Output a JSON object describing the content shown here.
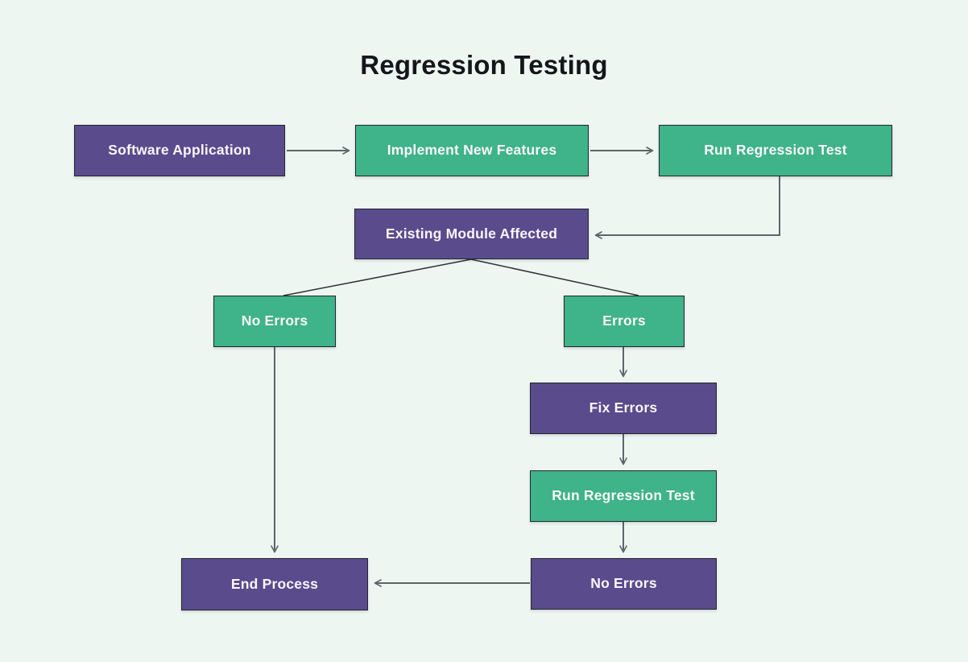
{
  "title": "Regression Testing",
  "colors": {
    "background": "#eef6f2",
    "node_purple": "#5a4b8c",
    "node_green": "#3fb389",
    "node_border": "#23252e",
    "node_text": "#f8f6fb",
    "title_text": "#14161a",
    "arrow_gray": "#5d656b",
    "branch_line_dark": "#2e3136"
  },
  "nodes": [
    {
      "id": "software-application",
      "label": "Software Application",
      "color": "purple"
    },
    {
      "id": "implement-new-features",
      "label": "Implement New Features",
      "color": "green"
    },
    {
      "id": "run-regression-test-1",
      "label": "Run Regression Test",
      "color": "green"
    },
    {
      "id": "existing-module-affected",
      "label": "Existing Module Affected",
      "color": "purple"
    },
    {
      "id": "no-errors-left",
      "label": "No Errors",
      "color": "green"
    },
    {
      "id": "errors",
      "label": "Errors",
      "color": "green"
    },
    {
      "id": "fix-errors",
      "label": "Fix Errors",
      "color": "purple"
    },
    {
      "id": "run-regression-test-2",
      "label": "Run Regression Test",
      "color": "green"
    },
    {
      "id": "no-errors-bottom",
      "label": "No Errors",
      "color": "purple"
    },
    {
      "id": "end-process",
      "label": "End Process",
      "color": "purple"
    }
  ],
  "edges": [
    {
      "from": "software-application",
      "to": "implement-new-features",
      "style": "arrow"
    },
    {
      "from": "implement-new-features",
      "to": "run-regression-test-1",
      "style": "arrow"
    },
    {
      "from": "run-regression-test-1",
      "to": "existing-module-affected",
      "style": "arrow"
    },
    {
      "from": "existing-module-affected",
      "to": "no-errors-left",
      "style": "plain-branch"
    },
    {
      "from": "existing-module-affected",
      "to": "errors",
      "style": "plain-branch"
    },
    {
      "from": "errors",
      "to": "fix-errors",
      "style": "arrow"
    },
    {
      "from": "fix-errors",
      "to": "run-regression-test-2",
      "style": "arrow"
    },
    {
      "from": "run-regression-test-2",
      "to": "no-errors-bottom",
      "style": "arrow"
    },
    {
      "from": "no-errors-bottom",
      "to": "end-process",
      "style": "arrow"
    },
    {
      "from": "no-errors-left",
      "to": "end-process",
      "style": "arrow"
    }
  ]
}
